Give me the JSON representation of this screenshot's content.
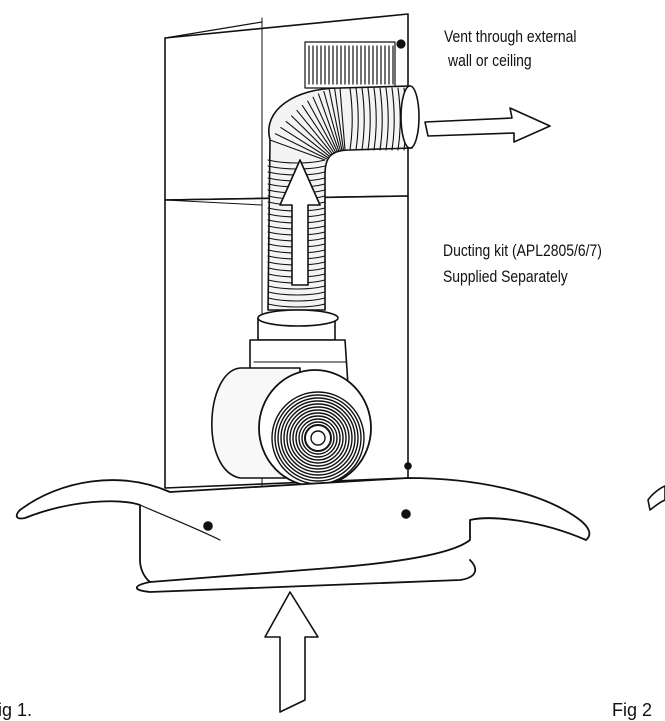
{
  "labels": {
    "vent_line1": "Vent through external",
    "vent_line2": "wall or ceiling",
    "ducting_line1": "Ducting kit (APL2805/6/7)",
    "ducting_line2": "Supplied Separately"
  },
  "figures": {
    "fig1": "ig 1.",
    "fig2": "Fig 2"
  }
}
